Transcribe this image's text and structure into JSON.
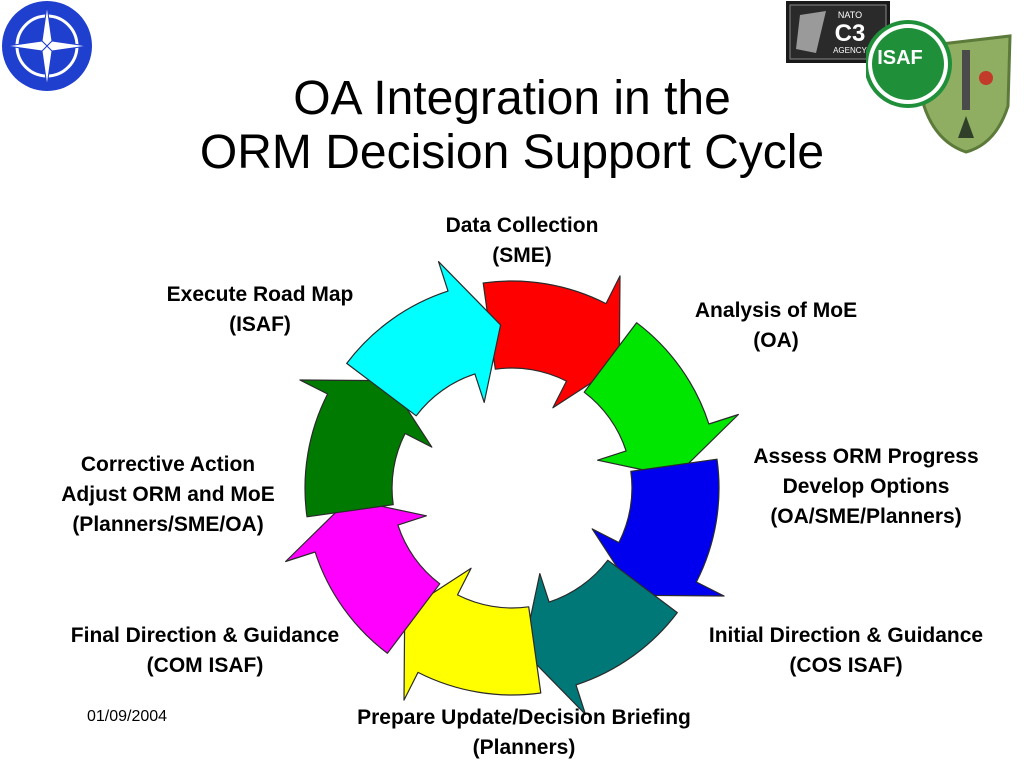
{
  "title": {
    "line1": "OA Integration in the",
    "line2": "ORM Decision Support Cycle"
  },
  "footer": {
    "date": "01/09/2004"
  },
  "logos": {
    "nato_star": {
      "icon": "nato-compass-star-icon",
      "bg": "#1f3fcf"
    },
    "c3_agency": {
      "text_top": "NATO",
      "text_mid": "C3",
      "text_bottom": "AGENCY"
    },
    "isaf": {
      "text": "ISAF",
      "color": "#1f8f3a"
    }
  },
  "cycle": {
    "steps": [
      {
        "color": "#ff0000",
        "lines": [
          "Data Collection",
          "(SME)"
        ]
      },
      {
        "color": "#00e600",
        "lines": [
          "Analysis of MoE",
          "(OA)"
        ]
      },
      {
        "color": "#0000ee",
        "lines": [
          "Assess ORM Progress",
          "Develop Options",
          "(OA/SME/Planners)"
        ]
      },
      {
        "color": "#007878",
        "lines": [
          "Initial Direction & Guidance",
          "(COS ISAF)"
        ]
      },
      {
        "color": "#ffff00",
        "lines": [
          "Prepare Update/Decision Briefing",
          "(Planners)"
        ]
      },
      {
        "color": "#ff00ff",
        "lines": [
          "Final Direction & Guidance",
          "(COM ISAF)"
        ]
      },
      {
        "color": "#007a00",
        "lines": [
          "Corrective Action",
          "Adjust ORM and MoE",
          "(Planners/SME/OA)"
        ]
      },
      {
        "color": "#00ffff",
        "lines": [
          "Execute Road Map",
          "(ISAF)"
        ]
      }
    ]
  }
}
